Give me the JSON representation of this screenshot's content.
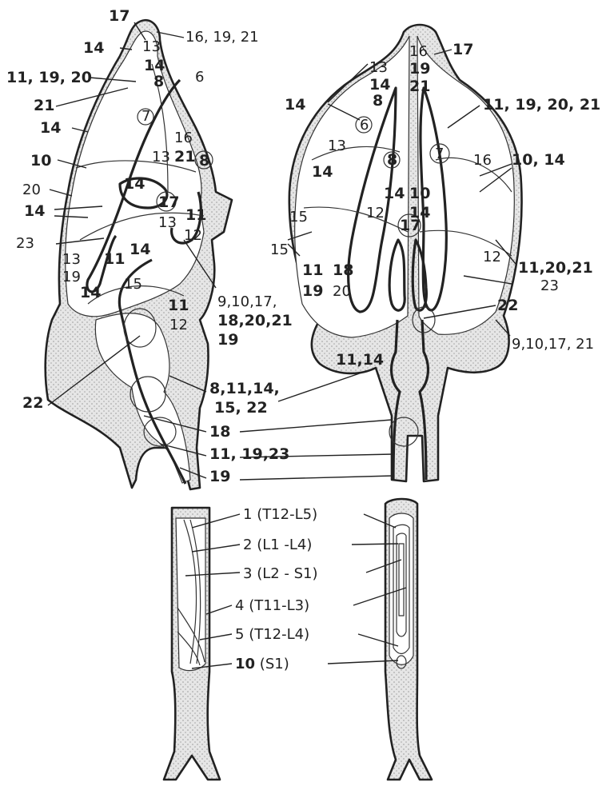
{
  "lateral_view": {
    "labels": {
      "l17_top": "17",
      "l14_a": "14",
      "l16_19_21": "16, 19, 21",
      "l13_a": "13",
      "l14_b": "14",
      "l11_19_20": "11, 19, 20",
      "l8_a": "8",
      "l6_a": "6",
      "l21_a": "21",
      "l7_a": "7",
      "l14_c": "14",
      "l16_a": "16",
      "l13_b": "13",
      "l21_b": "21",
      "l8_b": "8",
      "l10_a": "10",
      "l14_d": "14",
      "l20_a": "20",
      "l17_b": "17",
      "l11_a": "11",
      "l14_e": "14",
      "l13_c": "13",
      "l12_a": "12",
      "l23_a": "23",
      "l13_d": "13",
      "l11_b": "11",
      "l14_f": "14",
      "l19_a": "19",
      "l15_a": "15",
      "l14_g": "14",
      "l11_c": "11",
      "l12_b": "12",
      "l9_10_17": "9,10,17,",
      "l18_20_21": "18,20,21",
      "l19_b": "19",
      "l22_a": "22",
      "l8_11_14": "8,11,14,",
      "l15_22": "15, 22",
      "l18_a": "18",
      "l11_19_23": "11, 19,23",
      "l19_c": "19"
    }
  },
  "dorsal_view": {
    "labels": {
      "l16_c": "16",
      "l19_d": "19",
      "l21_c": "21",
      "l17_c": "17",
      "l13_e": "13",
      "l14_h": "14",
      "l8_c": "8",
      "l14_i": "14",
      "l11_19_20_21": "11, 19, 20, 21",
      "l6_b": "6",
      "l13_f": "13",
      "l8_d": "8",
      "l7_b": "7",
      "l16_d": "16",
      "l10_14": "10, 14",
      "l14_j": "14",
      "l14_k": "14",
      "l10_b": "10",
      "l14_l": "14",
      "l12_c": "12",
      "l15_b": "15",
      "l17_d": "17",
      "l15_c": "15",
      "l12_d": "12",
      "l11_d": "11",
      "l18_b": "18",
      "l11_20_21": "11,20,21",
      "l19_e": "19",
      "l20_b": "20",
      "l23_b": "23",
      "l22_b": "22",
      "l9_10_17_21": "9,10,17, 21",
      "l11_14": "11,14"
    }
  },
  "spinal_cord": {
    "labels": [
      {
        "num": "1",
        "range": "(T12-L5)"
      },
      {
        "num": "2",
        "range": "(L1 -L4)"
      },
      {
        "num": "3",
        "range": "(L2 - S1)"
      },
      {
        "num": "4",
        "range": "(T11-L3)"
      },
      {
        "num": "5",
        "range": "(T12-L4)"
      },
      {
        "num": "10",
        "range": "(S1)"
      }
    ]
  }
}
